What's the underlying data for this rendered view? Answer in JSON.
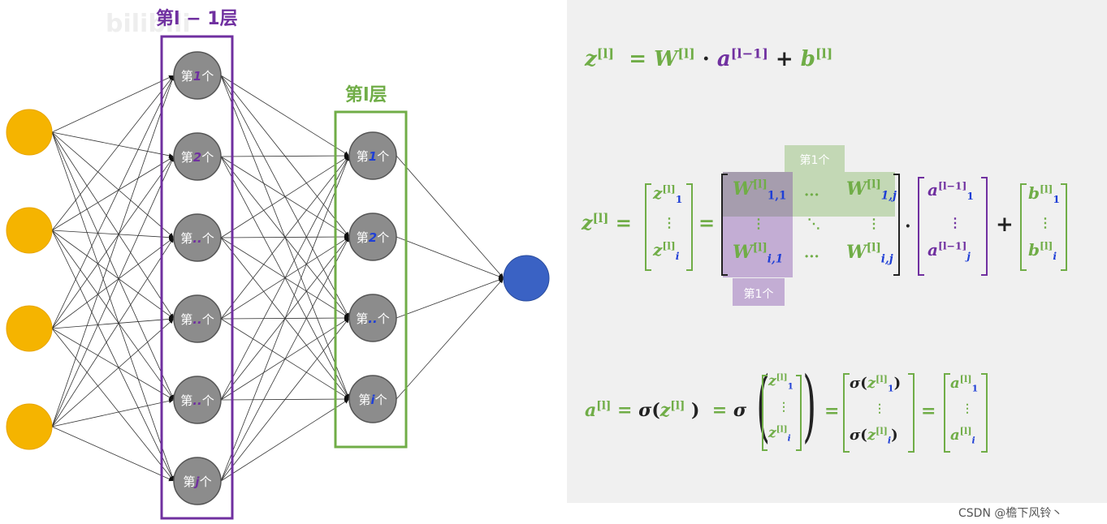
{
  "logo_text": "bilibili",
  "watermark": "CSDN @檐下风铃丶",
  "network": {
    "prev_layer_title": "第l − 1层",
    "cur_layer_title": "第l层",
    "prev_nodes": [
      {
        "pre": "第",
        "idx": "1",
        "post": "个"
      },
      {
        "pre": "第",
        "idx": "2",
        "post": "个"
      },
      {
        "pre": "第",
        "idx": "..",
        "post": "个"
      },
      {
        "pre": "第",
        "idx": "..",
        "post": "个"
      },
      {
        "pre": "第",
        "idx": "..",
        "post": "个"
      },
      {
        "pre": "第",
        "idx": "j",
        "post": "个"
      }
    ],
    "cur_nodes": [
      {
        "pre": "第",
        "idx": "1",
        "post": "个"
      },
      {
        "pre": "第",
        "idx": "2",
        "post": "个"
      },
      {
        "pre": "第",
        "idx": "..",
        "post": "个"
      },
      {
        "pre": "第",
        "idx": "i",
        "post": "个"
      }
    ],
    "input_count": 4,
    "output_count": 1,
    "colors": {
      "input": "#f5b400",
      "hidden": "#8c8c8c",
      "output": "#3a62c4",
      "prev_box": "#7030a0",
      "cur_box": "#70ad47",
      "prev_idx": "#7030a0",
      "cur_idx": "#1f3fd6"
    }
  },
  "formulas": {
    "eq1": {
      "z": "z",
      "l": "[l]",
      "eq": "=",
      "W": "W",
      "dot": "·",
      "a": "a",
      "lm1": "[l−1]",
      "plus": "+",
      "b": "b"
    },
    "eq2": {
      "z": "z",
      "l": "[l]",
      "eq": "=",
      "one": "1",
      "i": "i",
      "j": "j",
      "idx11": "1,1",
      "idx1j": "1,j",
      "idxi1": "i,1",
      "idxij": "i,j",
      "W": "W",
      "a": "a",
      "b": "b",
      "lm1": "[l−1]",
      "dots_h": "···",
      "dots_v": "⋮",
      "dots_d": "⋱",
      "dot": "·",
      "plus": "+",
      "tag_row": "第1个",
      "tag_col": "第1个"
    },
    "eq3": {
      "a": "a",
      "l": "[l]",
      "eq": "=",
      "sigma": "σ",
      "z": "z",
      "one": "1",
      "i": "i",
      "lp": "(",
      "rp": ")",
      "dots_v": "⋮"
    }
  }
}
